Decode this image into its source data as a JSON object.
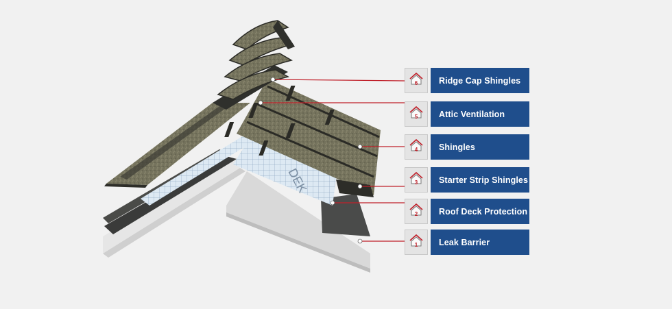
{
  "colors": {
    "background": "#f1f1f1",
    "label_fill": "#1f4e8c",
    "label_text": "#ffffff",
    "leader_line": "#c0202a",
    "shingle": "#6b6a55",
    "shingle_dark": "#2f2f2a",
    "underlayment": "#dbe8f2",
    "deck": "#e2e2e2"
  },
  "layers": [
    {
      "number": "6",
      "label": "Ridge Cap Shingles",
      "icon": "house-layer-icon"
    },
    {
      "number": "5",
      "label": "Attic Ventilation",
      "icon": "house-layer-icon"
    },
    {
      "number": "4",
      "label": "Shingles",
      "icon": "house-layer-icon"
    },
    {
      "number": "3",
      "label": "Starter Strip Shingles",
      "icon": "house-layer-icon"
    },
    {
      "number": "2",
      "label": "Roof Deck Protection",
      "icon": "house-layer-icon"
    },
    {
      "number": "1",
      "label": "Leak Barrier",
      "icon": "house-layer-icon"
    }
  ]
}
